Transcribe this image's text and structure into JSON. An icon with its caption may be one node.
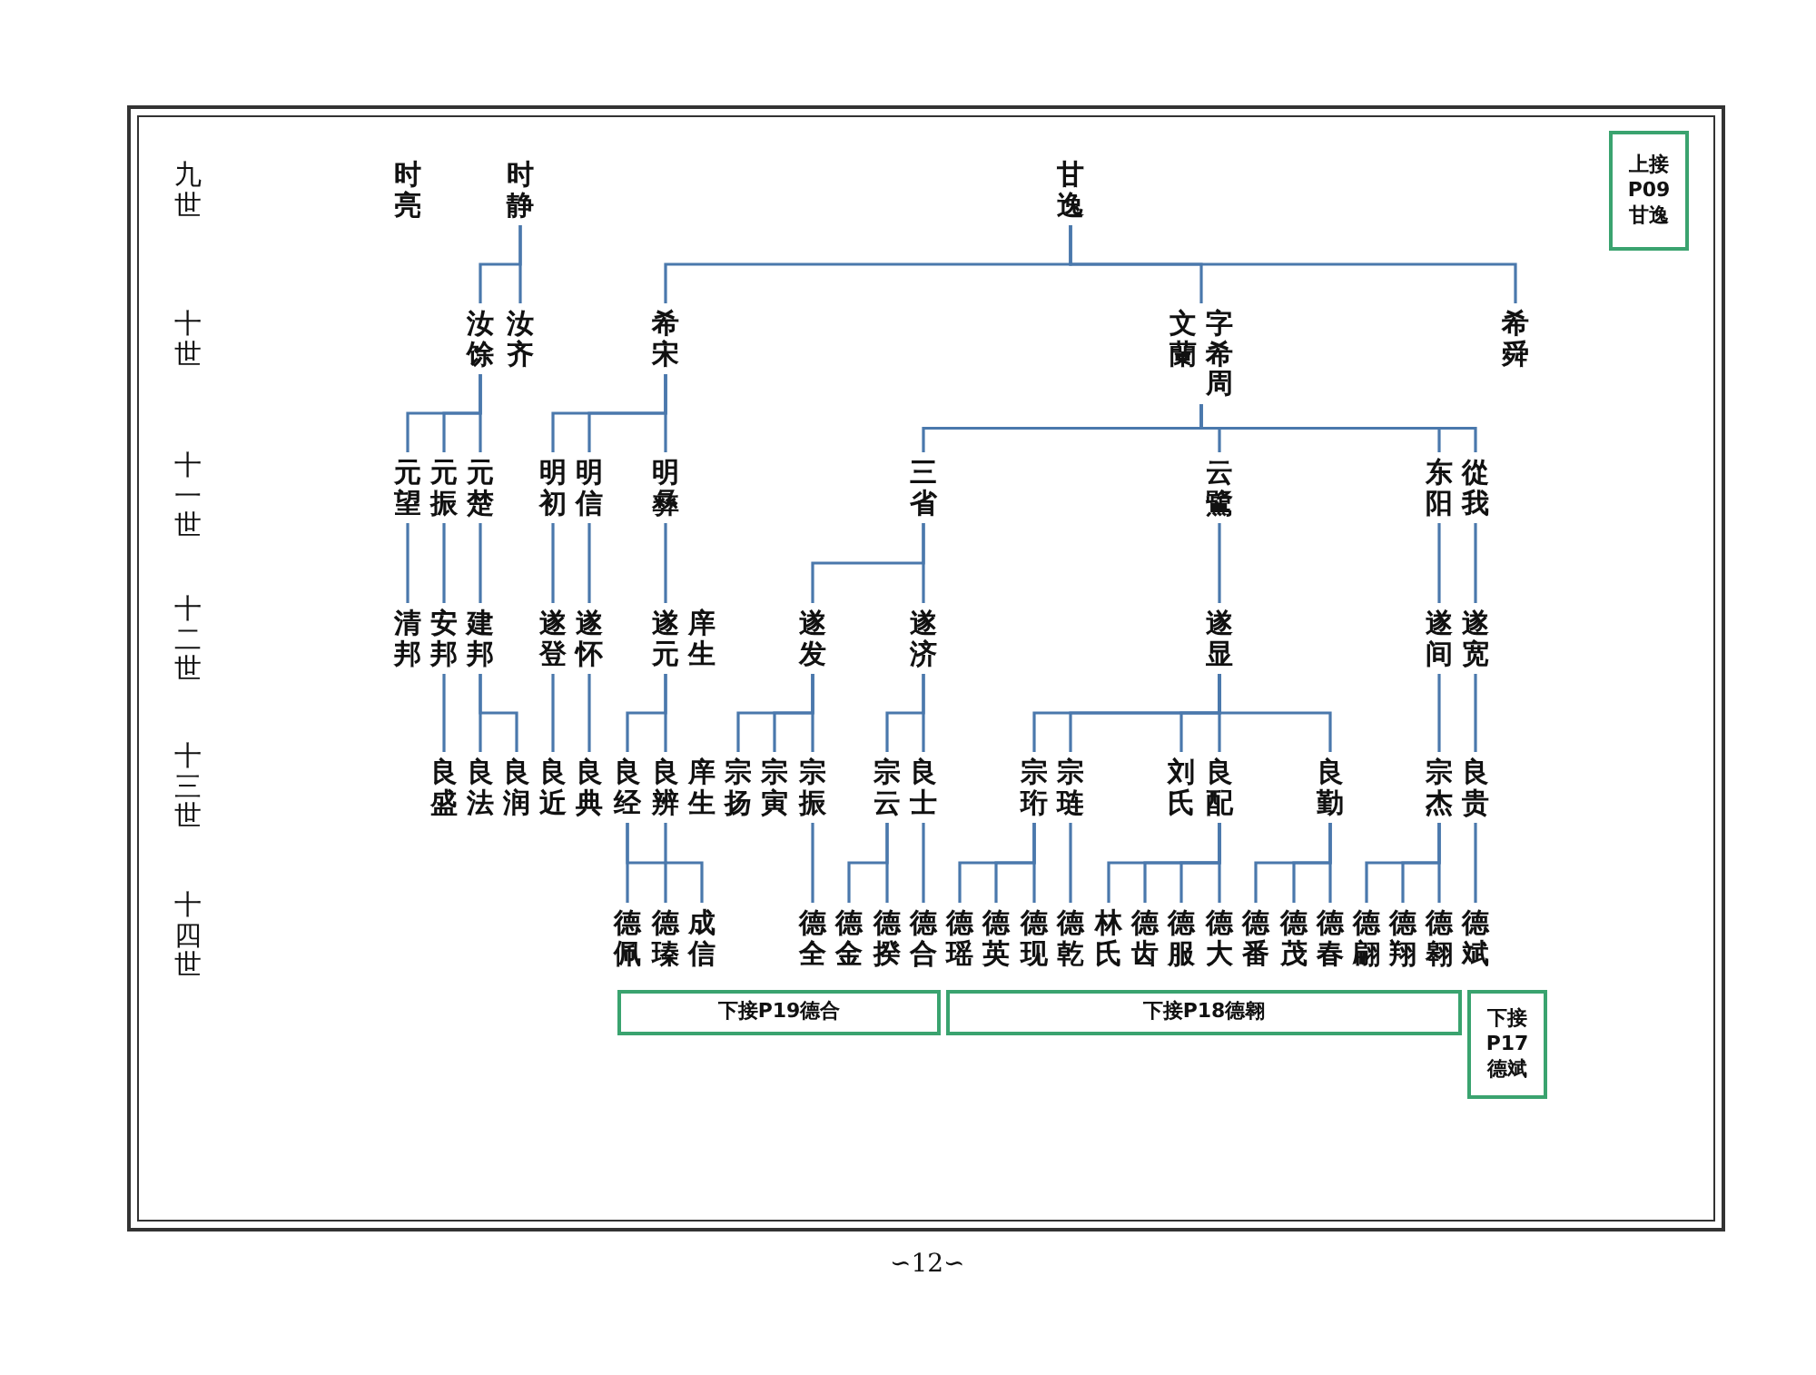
{
  "diagram": {
    "nodes": [
      {
        "text": [
          "时亮"
        ]
      },
      {
        "text": [
          "时静"
        ]
      },
      {
        "text": [
          "甘逸"
        ]
      },
      {
        "text": [
          "上接P09甘逸"
        ]
      },
      {
        "text": [
          "汝馀"
        ]
      },
      {
        "text": [
          "汝齐"
        ]
      },
      {
        "text": [
          "希宋"
        ]
      },
      {
        "text": [
          "文蘭",
          "字希周"
        ]
      },
      {
        "text": [
          "希舜"
        ]
      },
      {
        "text": [
          "元望"
        ]
      },
      {
        "text": [
          "元振"
        ]
      },
      {
        "text": [
          "元楚"
        ]
      },
      {
        "text": [
          "明初"
        ]
      },
      {
        "text": [
          "明信"
        ]
      },
      {
        "text": [
          "明彝"
        ]
      },
      {
        "text": [
          "三省"
        ]
      },
      {
        "text": [
          "云鷺"
        ]
      },
      {
        "text": [
          "东阳"
        ]
      },
      {
        "text": [
          "從我"
        ]
      },
      {
        "text": [
          "清邦"
        ]
      },
      {
        "text": [
          "安邦"
        ]
      },
      {
        "text": [
          "建邦"
        ]
      },
      {
        "text": [
          "遂登"
        ]
      },
      {
        "text": [
          "遂怀"
        ]
      },
      {
        "text": [
          "遂元"
        ],
        "beside": [
          "庠生"
        ]
      },
      {
        "text": [
          "遂发"
        ]
      },
      {
        "text": [
          "遂济"
        ]
      },
      {
        "text": [
          "遂显"
        ]
      },
      {
        "text": [
          "遂间"
        ]
      },
      {
        "text": [
          "遂宽"
        ]
      },
      {
        "text": [
          "良盛"
        ]
      },
      {
        "text": [
          "良法"
        ]
      },
      {
        "text": [
          "良润"
        ]
      },
      {
        "text": [
          "良近"
        ]
      },
      {
        "text": [
          "良典"
        ]
      },
      {
        "text": [
          "良经"
        ]
      },
      {
        "text": [
          "良辨"
        ],
        "beside": [
          "庠生"
        ]
      },
      {
        "text": [
          "宗扬"
        ]
      },
      {
        "text": [
          "宗寅"
        ]
      },
      {
        "text": [
          "宗振"
        ]
      },
      {
        "text": [
          "宗云"
        ]
      },
      {
        "text": [
          "良士"
        ]
      },
      {
        "text": [
          "宗珩"
        ]
      },
      {
        "text": [
          "宗琏"
        ]
      },
      {
        "text": [
          "刘氏"
        ]
      },
      {
        "text": [
          "良配"
        ]
      },
      {
        "text": [
          "良勤"
        ]
      },
      {
        "text": [
          "宗杰"
        ]
      },
      {
        "text": [
          "良贵"
        ]
      },
      {
        "text": [
          "德佩"
        ]
      },
      {
        "text": [
          "德瑧"
        ]
      },
      {
        "text": [
          "成信"
        ]
      },
      {
        "text": [
          "德全"
        ]
      },
      {
        "text": [
          "德金"
        ]
      },
      {
        "text": [
          "德揆"
        ]
      },
      {
        "text": [
          "德合"
        ]
      },
      {
        "text": [
          "德瑶"
        ]
      },
      {
        "text": [
          "德英"
        ]
      },
      {
        "text": [
          "德现"
        ]
      },
      {
        "text": [
          "德乾"
        ]
      },
      {
        "text": [
          "林氏"
        ]
      },
      {
        "text": [
          "德齿"
        ]
      },
      {
        "text": [
          "德服"
        ]
      },
      {
        "text": [
          "德大"
        ]
      },
      {
        "text": [
          "德番"
        ]
      },
      {
        "text": [
          "德茂"
        ]
      },
      {
        "text": [
          "德春"
        ]
      },
      {
        "text": [
          "德翩"
        ]
      },
      {
        "text": [
          "德翔"
        ]
      },
      {
        "text": [
          "德翱"
        ]
      },
      {
        "text": [
          "德斌"
        ]
      },
      {
        "text": [
          "下接P19德合"
        ]
      },
      {
        "text": [
          "下接P18德翱"
        ]
      },
      {
        "text": [
          "下接P17德斌"
        ]
      }
    ],
    "edges": [
      {
        "from": 1,
        "to": 4,
        "arrow": "none"
      },
      {
        "from": 1,
        "to": 5,
        "arrow": "none"
      },
      {
        "from": 2,
        "to": 6,
        "arrow": "none"
      },
      {
        "from": 2,
        "to": 7,
        "arrow": "none"
      },
      {
        "from": 2,
        "to": 8,
        "arrow": "none"
      },
      {
        "from": 4,
        "to": 9,
        "arrow": "none"
      },
      {
        "from": 4,
        "to": 10,
        "arrow": "none"
      },
      {
        "from": 4,
        "to": 11,
        "arrow": "none"
      },
      {
        "from": 6,
        "to": 12,
        "arrow": "none"
      },
      {
        "from": 6,
        "to": 13,
        "arrow": "none"
      },
      {
        "from": 6,
        "to": 14,
        "arrow": "none"
      },
      {
        "from": 7,
        "to": 15,
        "arrow": "none"
      },
      {
        "from": 7,
        "to": 16,
        "arrow": "none"
      },
      {
        "from": 7,
        "to": 17,
        "arrow": "none"
      },
      {
        "from": 7,
        "to": 18,
        "arrow": "none"
      },
      {
        "from": 9,
        "to": 19,
        "arrow": "none"
      },
      {
        "from": 10,
        "to": 20,
        "arrow": "none"
      },
      {
        "from": 11,
        "to": 21,
        "arrow": "none"
      },
      {
        "from": 12,
        "to": 22,
        "arrow": "none"
      },
      {
        "from": 13,
        "to": 23,
        "arrow": "none"
      },
      {
        "from": 14,
        "to": 24,
        "arrow": "none"
      },
      {
        "from": 15,
        "to": 25,
        "arrow": "none"
      },
      {
        "from": 15,
        "to": 26,
        "arrow": "none"
      },
      {
        "from": 16,
        "to": 27,
        "arrow": "none"
      },
      {
        "from": 17,
        "to": 28,
        "arrow": "none"
      },
      {
        "from": 18,
        "to": 29,
        "arrow": "none"
      },
      {
        "from": 20,
        "to": 30,
        "arrow": "none"
      },
      {
        "from": 21,
        "to": 31,
        "arrow": "none"
      },
      {
        "from": 21,
        "to": 32,
        "arrow": "none"
      },
      {
        "from": 22,
        "to": 33,
        "arrow": "none"
      },
      {
        "from": 23,
        "to": 34,
        "arrow": "none"
      },
      {
        "from": 24,
        "to": 35,
        "arrow": "none"
      },
      {
        "from": 24,
        "to": 36,
        "arrow": "none"
      },
      {
        "from": 25,
        "to": 37,
        "arrow": "none"
      },
      {
        "from": 25,
        "to": 38,
        "arrow": "none"
      },
      {
        "from": 25,
        "to": 39,
        "arrow": "none"
      },
      {
        "from": 26,
        "to": 40,
        "arrow": "none"
      },
      {
        "from": 26,
        "to": 41,
        "arrow": "none"
      },
      {
        "from": 27,
        "to": 42,
        "arrow": "none"
      },
      {
        "from": 27,
        "to": 43,
        "arrow": "none"
      },
      {
        "from": 27,
        "to": 44,
        "arrow": "none"
      },
      {
        "from": 27,
        "to": 45,
        "arrow": "none"
      },
      {
        "from": 27,
        "to": 46,
        "arrow": "none"
      },
      {
        "from": 28,
        "to": 47,
        "arrow": "none"
      },
      {
        "from": 29,
        "to": 48,
        "arrow": "none"
      },
      {
        "from": 35,
        "to": 49,
        "arrow": "none"
      },
      {
        "from": 35,
        "to": 50,
        "arrow": "none"
      },
      {
        "from": 36,
        "to": 51,
        "arrow": "none"
      },
      {
        "from": 39,
        "to": 52,
        "arrow": "none"
      },
      {
        "from": 40,
        "to": 53,
        "arrow": "none"
      },
      {
        "from": 40,
        "to": 54,
        "arrow": "none"
      },
      {
        "from": 41,
        "to": 55,
        "arrow": "none"
      },
      {
        "from": 42,
        "to": 56,
        "arrow": "none"
      },
      {
        "from": 42,
        "to": 57,
        "arrow": "none"
      },
      {
        "from": 42,
        "to": 58,
        "arrow": "none"
      },
      {
        "from": 43,
        "to": 59,
        "arrow": "none"
      },
      {
        "from": 45,
        "to": 60,
        "arrow": "none"
      },
      {
        "from": 45,
        "to": 61,
        "arrow": "none"
      },
      {
        "from": 45,
        "to": 62,
        "arrow": "none"
      },
      {
        "from": 45,
        "to": 63,
        "arrow": "none"
      },
      {
        "from": 46,
        "to": 64,
        "arrow": "none"
      },
      {
        "from": 46,
        "to": 65,
        "arrow": "none"
      },
      {
        "from": 46,
        "to": 66,
        "arrow": "none"
      },
      {
        "from": 47,
        "to": 67,
        "arrow": "none"
      },
      {
        "from": 47,
        "to": 68,
        "arrow": "none"
      },
      {
        "from": 47,
        "to": 69,
        "arrow": "none"
      },
      {
        "from": 48,
        "to": 70,
        "arrow": "none"
      }
    ],
    "labels": [
      "九世",
      "十世",
      "十一世",
      "十二世",
      "十三世",
      "十四世",
      "∽12∽"
    ]
  }
}
